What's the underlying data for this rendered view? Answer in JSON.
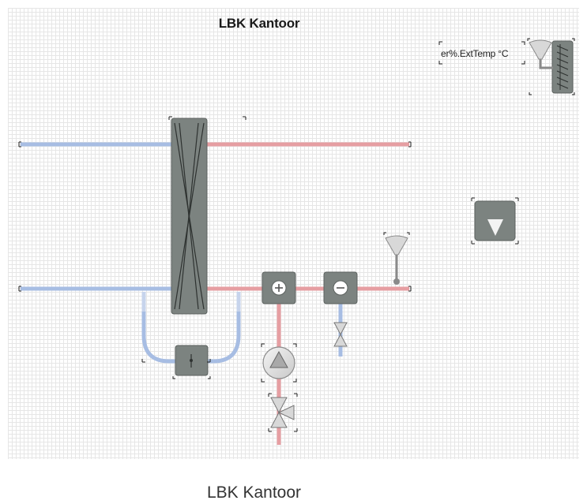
{
  "diagram": {
    "title": "LBK Kantoor",
    "outdoor_temp_label": "er%.ExtTemp °C",
    "caption": "LBK Kantoor",
    "components": [
      {
        "id": "heat-recovery-wheel",
        "icon": "heat-exchanger-icon"
      },
      {
        "id": "heating-coil",
        "icon": "plus-icon"
      },
      {
        "id": "cooling-coil",
        "icon": "minus-icon"
      },
      {
        "id": "circulation-pump",
        "icon": "pump-icon"
      },
      {
        "id": "three-way-valve",
        "icon": "valve-icon"
      },
      {
        "id": "cooling-valve",
        "icon": "valve-icon"
      },
      {
        "id": "supply-temp-sensor",
        "icon": "temperature-sensor-icon"
      },
      {
        "id": "outdoor-temp-sensor",
        "icon": "temperature-sensor-icon"
      },
      {
        "id": "bypass-damper",
        "icon": "damper-icon"
      },
      {
        "id": "status-indicator",
        "icon": "triangle-down-icon"
      }
    ],
    "colors": {
      "return_air_duct": "#a7bde3",
      "supply_air_duct": "#e69ea2",
      "component_fill": "#7c8380",
      "component_stroke": "#5c625f",
      "grid_line": "#e6e6e6",
      "sensor_fill": "#d8d8d8"
    }
  }
}
